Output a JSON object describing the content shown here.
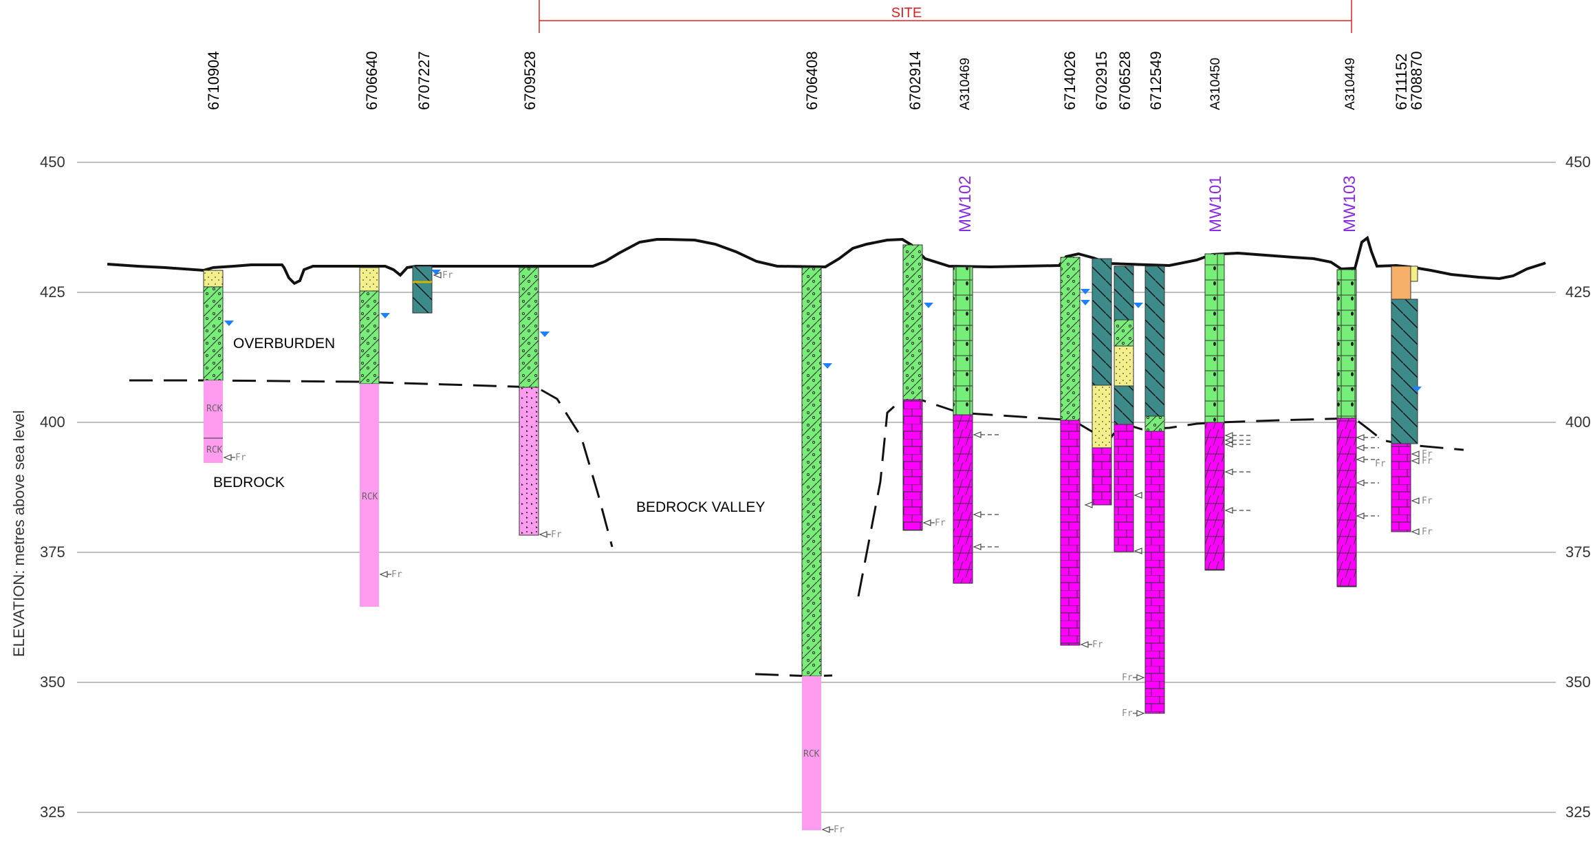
{
  "ylabel": "ELEVATION: metres above sea level",
  "yticks": [
    450,
    425,
    400,
    375,
    350,
    325
  ],
  "site_label": "SITE",
  "boreholes": [
    "6710904",
    "6706640",
    "6707227",
    "6709528",
    "6706408",
    "6702914",
    "A310469",
    "6714026",
    "6702915",
    "6706528",
    "6712549",
    "A310450",
    "A310449",
    "6711152",
    "6708870"
  ],
  "wells": [
    "MW102",
    "MW101",
    "MW103"
  ],
  "notes": {
    "overburden": "OVERBURDEN",
    "bedrock": "BEDROCK",
    "valley": "BEDROCK VALLEY"
  },
  "fr_label": "Fr",
  "rck_label": "RCK",
  "colors": {
    "gravel_green": "#77ee77",
    "sand_yellow": "#f3ef8a",
    "clay_teal": "#3d8a8a",
    "shale_magenta": "#ff00ff",
    "rock_pink": "#ff9cf0",
    "fill_orange": "#f6b06a",
    "water_blue": "#1e7fff"
  }
}
